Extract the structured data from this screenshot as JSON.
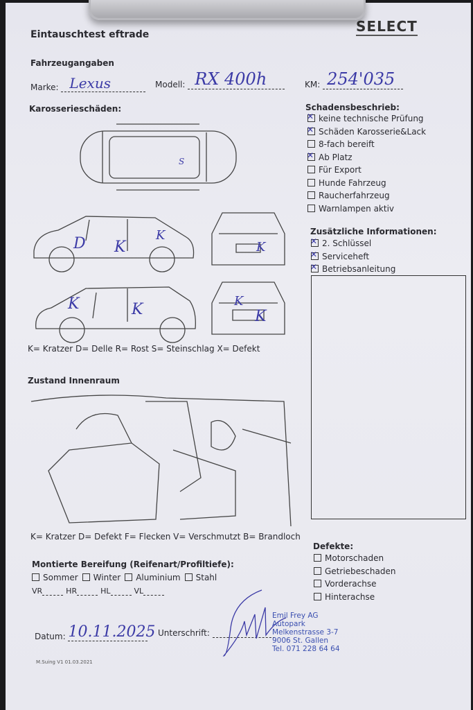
{
  "header": {
    "title": "Eintauschtest eftrade",
    "logo": "SELECT"
  },
  "vehicle": {
    "section": "Fahrzeugangaben",
    "marke_label": "Marke:",
    "marke_value": "Lexus",
    "modell_label": "Modell:",
    "modell_value": "RX 400h",
    "km_label": "KM:",
    "km_value": "254'035"
  },
  "body_damage": {
    "title": "Karosserieschäden:",
    "legend": "K= Kratzer D= Delle R= Rost S= Steinschlag X= Defekt",
    "marks": [
      "S",
      "D",
      "K",
      "K",
      "K",
      "K",
      "K",
      "K",
      "K"
    ]
  },
  "damage_description": {
    "title": "Schadensbeschrieb:",
    "items": [
      {
        "label": "keine technische Prüfung",
        "checked": true
      },
      {
        "label": "Schäden Karosserie&Lack",
        "checked": true
      },
      {
        "label": "8-fach bereift",
        "checked": false
      },
      {
        "label": "Ab Platz",
        "checked": true
      },
      {
        "label": "Für Export",
        "checked": false
      },
      {
        "label": "Hunde Fahrzeug",
        "checked": false
      },
      {
        "label": "Raucherfahrzeug",
        "checked": false
      },
      {
        "label": "Warnlampen aktiv",
        "checked": false
      }
    ]
  },
  "additional_info": {
    "title": "Zusätzliche Informationen:",
    "items": [
      {
        "label": "2. Schlüssel",
        "checked": true
      },
      {
        "label": "Serviceheft",
        "checked": true
      },
      {
        "label": "Betriebsanleitung",
        "checked": true
      }
    ]
  },
  "interior": {
    "title": "Zustand Innenraum",
    "legend": "K= Kratzer D= Defekt F= Flecken V= Verschmutzt B= Brandloch"
  },
  "tires": {
    "title": "Montierte Bereifung (Reifenart/Profiltiefe):",
    "options": [
      "Sommer",
      "Winter",
      "Aluminium",
      "Stahl"
    ],
    "positions": [
      "VR",
      "HR",
      "HL",
      "VL"
    ]
  },
  "defects": {
    "title": "Defekte:",
    "items": [
      "Motorschaden",
      "Getriebeschaden",
      "Vorderachse",
      "Hinterachse"
    ]
  },
  "footer": {
    "date_label": "Datum:",
    "date_value": "10.11.2025",
    "signature_label": "Unterschrift:",
    "version": "M.Suing V1 01.03.2021",
    "stamp": [
      "Emil Frey AG",
      "Autopark",
      "Melkenstrasse 3-7",
      "9006 St. Gallen",
      "Tel. 071 228 64 64"
    ]
  }
}
